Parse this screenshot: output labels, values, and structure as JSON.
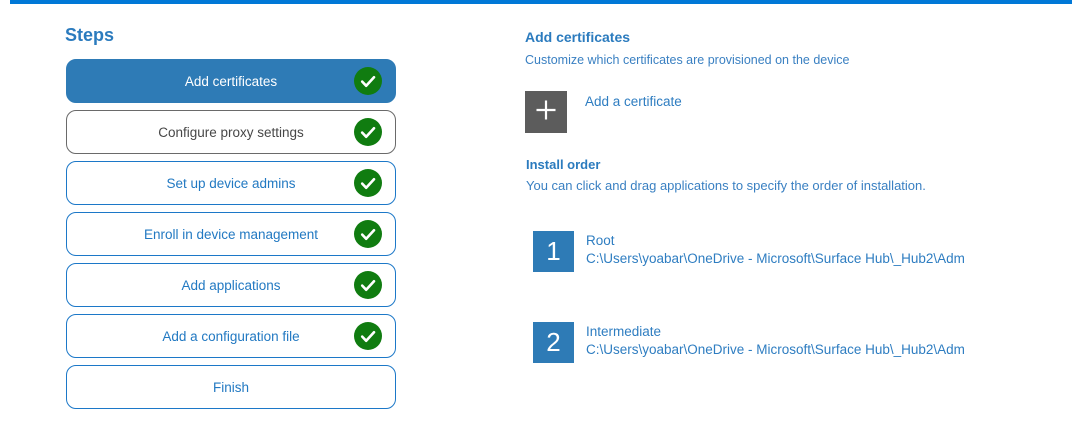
{
  "colors": {
    "top_bar_blue": "#0078D7",
    "selected_step_blue": "#2E7BB6",
    "step_border_blue": "#1C78C8",
    "text_blue": "#2E7DC1",
    "heading_blue": "#2B7BBE",
    "visited_border_gray": "#6A6A6A",
    "visited_text_gray": "#474747",
    "check_green": "#107C10",
    "add_button_gray": "#5C5C5C"
  },
  "steps_panel": {
    "title": "Steps",
    "steps": [
      {
        "label": "Add certificates",
        "state": "selected",
        "completed": true
      },
      {
        "label": "Configure proxy settings",
        "state": "visited",
        "completed": true
      },
      {
        "label": "Set up device admins",
        "state": "normal",
        "completed": true
      },
      {
        "label": "Enroll in device management",
        "state": "normal",
        "completed": true
      },
      {
        "label": "Add applications",
        "state": "normal",
        "completed": true
      },
      {
        "label": "Add a configuration file",
        "state": "normal",
        "completed": true
      },
      {
        "label": "Finish",
        "state": "normal",
        "completed": false
      }
    ]
  },
  "content": {
    "title": "Add certificates",
    "subtitle": "Customize which certificates are provisioned on the device",
    "add_button": {
      "icon": "plus-icon",
      "label": "Add a certificate"
    },
    "install_order": {
      "title": "Install order",
      "instruction": "You can click and drag applications to specify the order of installation.",
      "items": [
        {
          "order": "1",
          "name": "Root",
          "path": "C:\\Users\\yoabar\\OneDrive - Microsoft\\Surface Hub\\_Hub2\\Adm"
        },
        {
          "order": "2",
          "name": "Intermediate",
          "path": "C:\\Users\\yoabar\\OneDrive - Microsoft\\Surface Hub\\_Hub2\\Adm"
        }
      ]
    }
  }
}
